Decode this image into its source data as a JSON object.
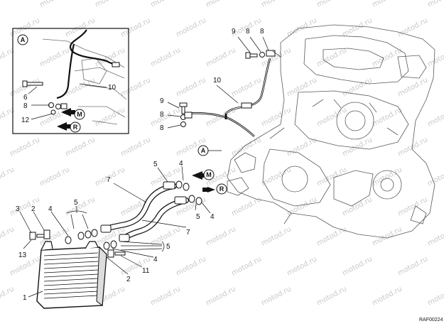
{
  "diagram": {
    "reference_code": "RAF00224",
    "watermark_text": "motod.ru",
    "inset_circle_letters": [
      "A",
      "M",
      "R"
    ],
    "main_circle_letters": [
      "A",
      "M",
      "R"
    ],
    "inset_callouts": [
      "6",
      "8",
      "12",
      "10"
    ],
    "main_callouts": {
      "top_engine": [
        "9",
        "8",
        "8",
        "10",
        "9",
        "8",
        "8"
      ],
      "hoses": [
        "7",
        "5",
        "4",
        "4",
        "5",
        "4",
        "7",
        "5",
        "2",
        "4",
        "2",
        "13",
        "3",
        "11",
        "1"
      ]
    }
  },
  "colors": {
    "ink": "#111111",
    "watermark": "#c8c8c8",
    "background": "#ffffff"
  }
}
